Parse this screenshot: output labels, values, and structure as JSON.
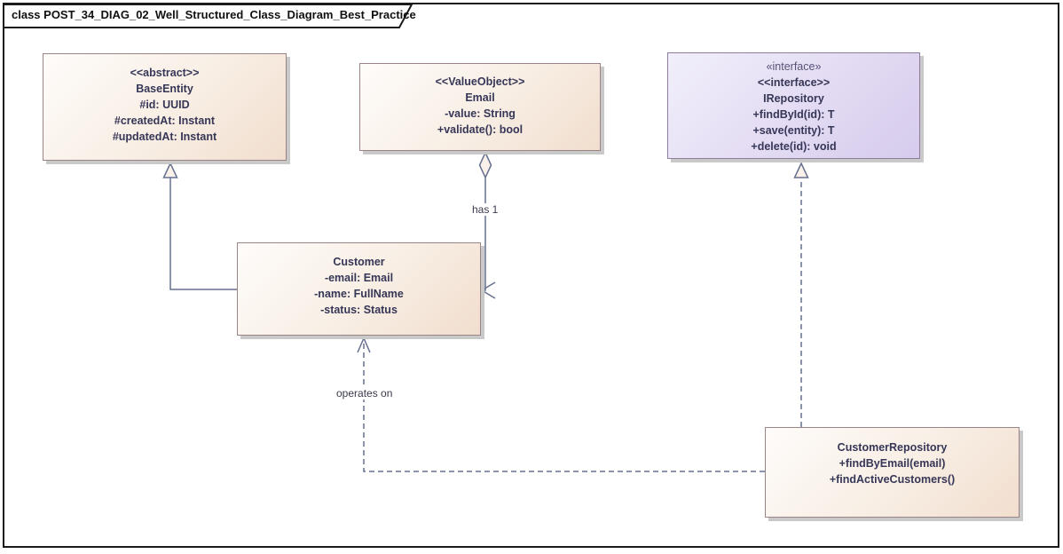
{
  "frame": {
    "title": "class POST_34_DIAG_02_Well_Structured_Class_Diagram_Best_Practice"
  },
  "classes": {
    "base_entity": {
      "stereotype": "<<abstract>>",
      "name": "BaseEntity",
      "members": [
        "#id: UUID",
        "#createdAt: Instant",
        "#updatedAt: Instant"
      ]
    },
    "email": {
      "stereotype": "<<ValueObject>>",
      "name": "Email",
      "members": [
        "-value: String",
        "+validate(): bool"
      ]
    },
    "irepository": {
      "keyword": "«interface»",
      "stereotype": "<<interface>>",
      "name": "IRepository",
      "members": [
        "+findById(id): T",
        "+save(entity): T",
        "+delete(id): void"
      ]
    },
    "customer": {
      "name": "Customer",
      "members": [
        "-email: Email",
        "-name: FullName",
        "-status: Status"
      ]
    },
    "customer_repository": {
      "name": "CustomerRepository",
      "members": [
        "+findByEmail(email)",
        "+findActiveCustomers()"
      ]
    }
  },
  "connectors": {
    "generalization": {
      "type": "generalization",
      "from": "Customer",
      "to": "BaseEntity"
    },
    "aggregation": {
      "type": "aggregation",
      "label": "has 1",
      "from": "Email",
      "to": "Customer"
    },
    "realization": {
      "type": "realization",
      "from": "CustomerRepository",
      "to": "IRepository"
    },
    "dependency": {
      "type": "dependency",
      "label": "operates on",
      "from": "CustomerRepository",
      "to": "Customer"
    }
  },
  "colors": {
    "class_fill_start": "#FEFCFA",
    "class_fill_end": "#F1DECE",
    "class_border": "#9A8486",
    "interface_fill_start": "#F1EFFB",
    "interface_fill_end": "#D6CBEC",
    "interface_border": "#8E7E9D",
    "connector": "#66708F",
    "arrow_fill": "#FAF1EA",
    "text": "#363657",
    "keyword_text": "#5A5276",
    "shadow": "#C9C9C9",
    "frame_border": "#1B1B1B"
  }
}
